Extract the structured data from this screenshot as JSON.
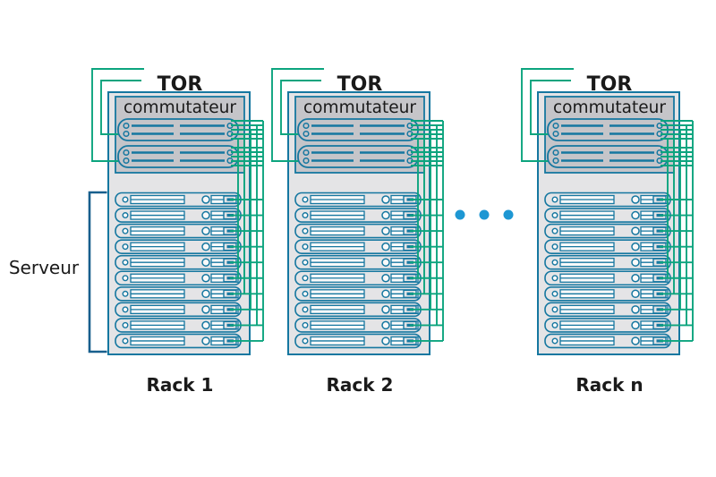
{
  "diagram": {
    "type": "network-rack-topology",
    "labels": {
      "tor": "TOR",
      "commutateur": "commutateur",
      "serveur": "Serveur"
    },
    "racks": [
      {
        "label": "Rack 1",
        "servers": 10,
        "switch_units": 2,
        "uplinks": 2,
        "wires_per_switch": 5
      },
      {
        "label": "Rack 2",
        "servers": 10,
        "switch_units": 2,
        "uplinks": 2,
        "wires_per_switch": 5
      },
      {
        "label": "Rack n",
        "servers": 10,
        "switch_units": 2,
        "uplinks": 2,
        "wires_per_switch": 5
      }
    ],
    "ellipsis_dots": 3,
    "colors": {
      "wire": "#0CA47E",
      "rack_border": "#1577A0",
      "rack_fill": "#E4E4E6",
      "panel_fill": "#C5C5C9",
      "bay_fill": "#FAFAFA",
      "bracket": "#185F8D",
      "dots": "#1E97D3",
      "text": "#1A1A1A",
      "background": "#FFFFFF"
    }
  }
}
